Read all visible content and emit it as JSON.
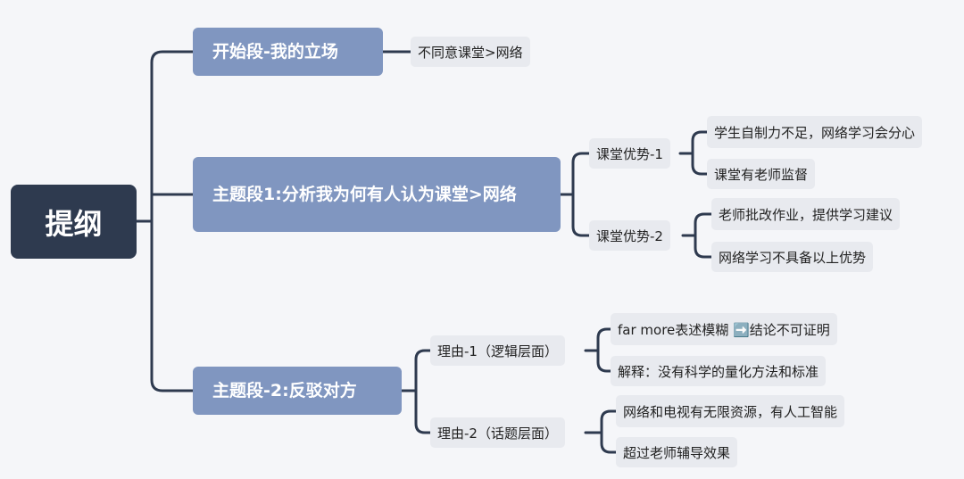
{
  "root": {
    "label": "提纲"
  },
  "opening": {
    "label": "开始段-我的立场",
    "items": [
      "不同意课堂>网络"
    ]
  },
  "topic1": {
    "label": "主题段1:分析我为何有人认为课堂>网络",
    "advantage1": {
      "label": "课堂优势-1",
      "items": [
        "学生自制力不足，网络学习会分心",
        "课堂有老师监督"
      ]
    },
    "advantage2": {
      "label": "课堂优势-2",
      "items": [
        "老师批改作业，提供学习建议",
        "网络学习不具备以上优势"
      ]
    }
  },
  "topic2": {
    "label": "主题段-2:反驳对方",
    "reason1": {
      "label": "理由-1（逻辑层面）",
      "items": [
        "far more表述模糊 ➡️结论不可证明",
        "解释：没有科学的量化方法和标准"
      ]
    },
    "reason2": {
      "label": "理由-2（话题层面）",
      "items": [
        "网络和电视有无限资源，有人工智能",
        "超过老师辅导效果"
      ]
    }
  },
  "colors": {
    "background": "#f5f6f9",
    "root": "#2e3a4f",
    "main_branch": "#8096c0",
    "leaf": "#e8eaef",
    "connector": "#2e3a4f"
  }
}
